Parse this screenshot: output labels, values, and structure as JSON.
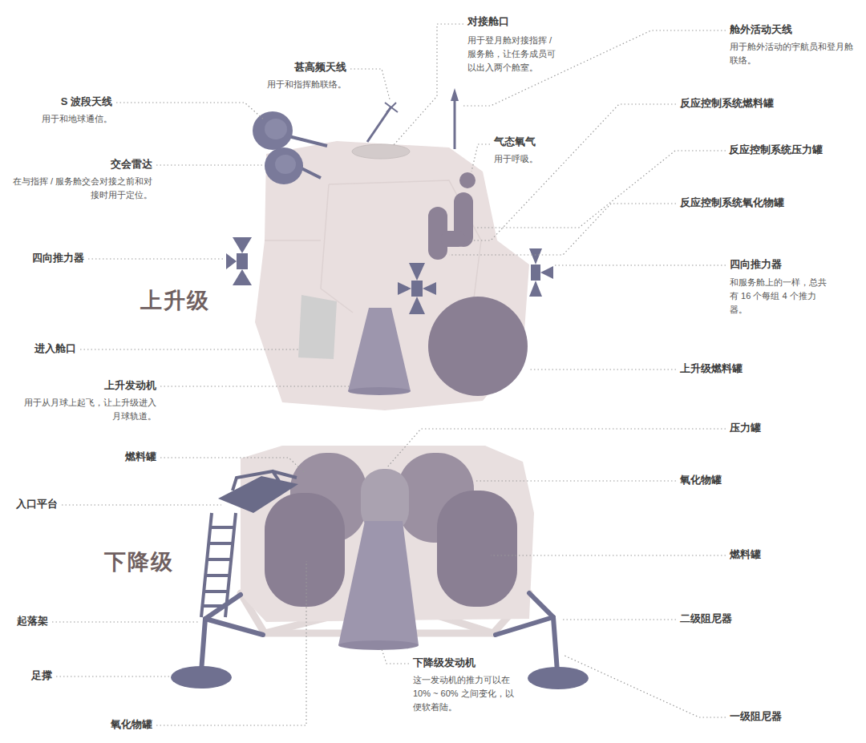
{
  "diagram": {
    "labels": [
      "对接舱口",
      "用于登月舱对接指挥 / 服务舱，让任务成员可以出入两个舱室。",
      "舱外活动天线",
      "用于舱外活动的宇航员和登月舱联络。",
      "甚高频天线",
      "用于和指挥舱联络。",
      "S 波段天线",
      "用于和地球通信。",
      "反应控制系统燃料罐",
      "气态氧气",
      "用于呼吸。",
      "反应控制系统压力罐",
      "交会雷达",
      "在与指挥 / 服务舱交会对接之前和对接时用于定位。",
      "反应控制系统氧化物罐",
      "四向推力器",
      "四向推力器",
      "和服务舱上的一样，总共有 16 个每组 4 个推力器。",
      "上升级",
      "进入舱口",
      "上升发动机",
      "用于从月球上起飞，让上升级进入月球轨道。",
      "上升级燃料罐",
      "压力罐",
      "燃料罐",
      "氧化物罐",
      "入口平台",
      "下降级",
      "燃料罐",
      "起落架",
      "二级阻尼器",
      "下降级发动机",
      "这一发动机的推力可以在 10% ~ 60% 之间变化，以便软着陆。",
      "足撑",
      "一级阻尼器",
      "氧化物罐"
    ]
  }
}
